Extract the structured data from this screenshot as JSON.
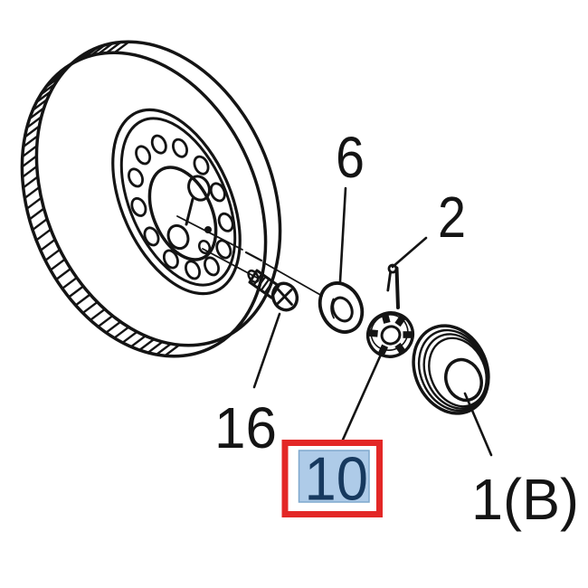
{
  "diagram": {
    "name": "front-brake-rotor-hub-exploded-parts-diagram",
    "background": "#ffffff",
    "line_color": "#141414",
    "selection": {
      "box_color": "#e32726",
      "label_fill": "#aecbe8",
      "label_border": "#7fa8cd",
      "text_color": "#17395e"
    },
    "labels": [
      {
        "part": "washer",
        "text": "6",
        "highlighted": false
      },
      {
        "part": "cotter-pin",
        "text": "2",
        "highlighted": false
      },
      {
        "part": "wheel-stud",
        "text": "16",
        "highlighted": false
      },
      {
        "part": "castle-nut",
        "text": "10",
        "highlighted": true
      },
      {
        "part": "hub-cap",
        "text": "1(B)",
        "highlighted": false
      }
    ]
  }
}
